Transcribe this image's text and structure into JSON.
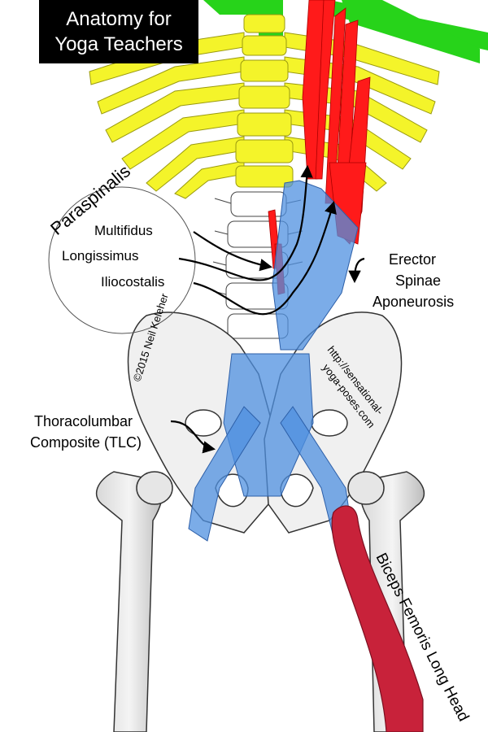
{
  "title": {
    "line1": "Anatomy for",
    "line2": "Yoga Teachers"
  },
  "labels": {
    "paraspinalis": "Paraspinalis",
    "multifidus": "Multifidus",
    "longissimus": "Longissimus",
    "iliocostalis": "Iliocostalis",
    "erector_1": "Erector",
    "erector_2": "Spinae",
    "erector_3": "Aponeurosis",
    "tlc_1": "Thoracolumbar",
    "tlc_2": "Composite (TLC)",
    "biceps": "Biceps Femoris Long Head",
    "url_1": "http://sensational-",
    "url_2": "yoga-poses.com",
    "copyright": "©2015 Neil Keleher"
  },
  "colors": {
    "ribs": "#f4f42a",
    "rib_stroke": "#9a9a10",
    "green": "#27d31a",
    "red_muscle": "#ff1a1a",
    "blue_fascia": "#4f90e0",
    "hamstring": "#c8223a",
    "bone": "#f0f0f0",
    "bone_stroke": "#333333"
  },
  "icons": {
    "arrow": "arrowhead"
  }
}
